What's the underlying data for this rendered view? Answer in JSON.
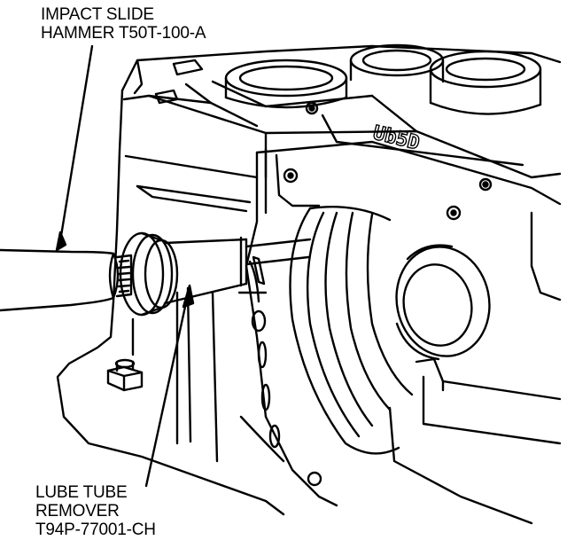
{
  "diagram": {
    "labels": {
      "slide_hammer": {
        "line1": "IMPACT SLIDE",
        "line2": "HAMMER T50T-100-A"
      },
      "lube_tube_remover": {
        "line1": "LUBE TUBE",
        "line2": "REMOVER",
        "line3": "T94P-77001-CH"
      },
      "casting_marking": "Ub5D"
    },
    "colors": {
      "ink": "#000000",
      "paper": "#ffffff"
    }
  }
}
